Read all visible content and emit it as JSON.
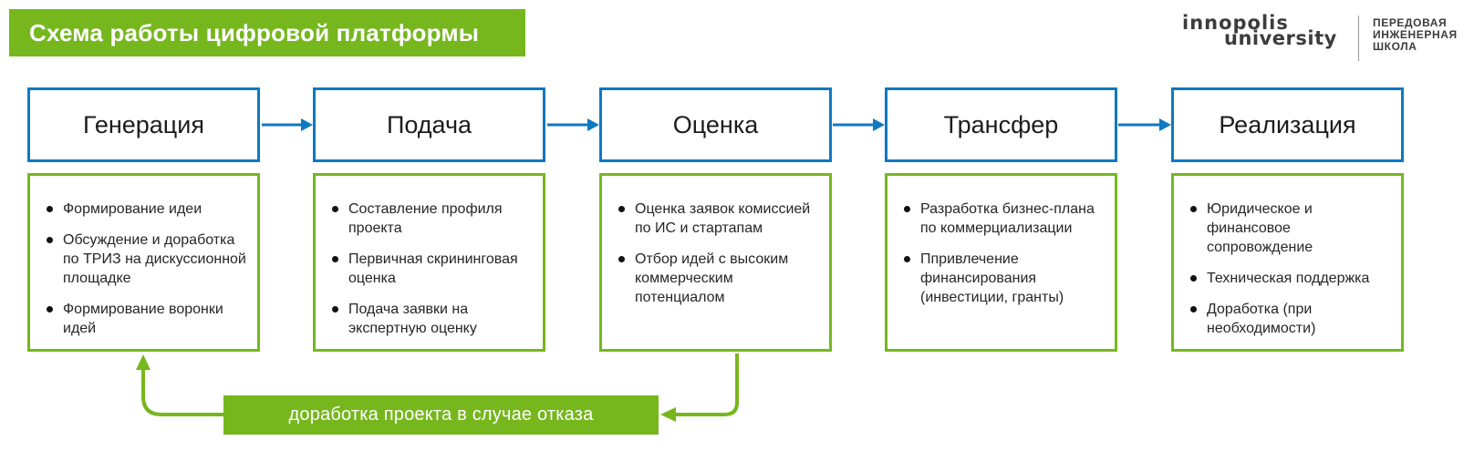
{
  "page": {
    "title_label": "Схема работы цифровой платформы"
  },
  "logo": {
    "wordmark_line1": "innopolis",
    "wordmark_line2": "university",
    "division_lines": [
      "ПЕРЕДОВАЯ",
      "ИНЖЕНЕРНАЯ",
      "ШКОЛА"
    ]
  },
  "colors": {
    "green": "#76b71e",
    "blue": "#0f79c1",
    "heading-text": "#1c1c1c",
    "bullet-text": "#262626",
    "logo-text": "#3c3c3e"
  },
  "stages": [
    {
      "label": "Генерация",
      "items": [
        "Формирование идеи",
        "Обсуждение и доработка по ТРИЗ на дискуссионной площадке",
        "Формирование воронки идей"
      ]
    },
    {
      "label": "Подача",
      "items": [
        "Составление профиля проекта",
        "Первичная скрининговая оценка",
        "Подача заявки на экспертную оценку"
      ]
    },
    {
      "label": "Оценка",
      "items": [
        "Оценка заявок комиссией по ИС и стартапам",
        "Отбор идей с высоким коммерческим потенциалом"
      ]
    },
    {
      "label": "Трансфер",
      "items": [
        "Разработка бизнес-плана по коммерциализации",
        "Ппривлечение финансирования (инвестиции, гранты)"
      ]
    },
    {
      "label": "Реализация",
      "items": [
        "Юридическое и финансовое сопровождение",
        "Техническая поддержка",
        "Доработка (при необходимости)"
      ]
    }
  ],
  "feedback": {
    "label": "доработка проекта в случае отказа"
  }
}
